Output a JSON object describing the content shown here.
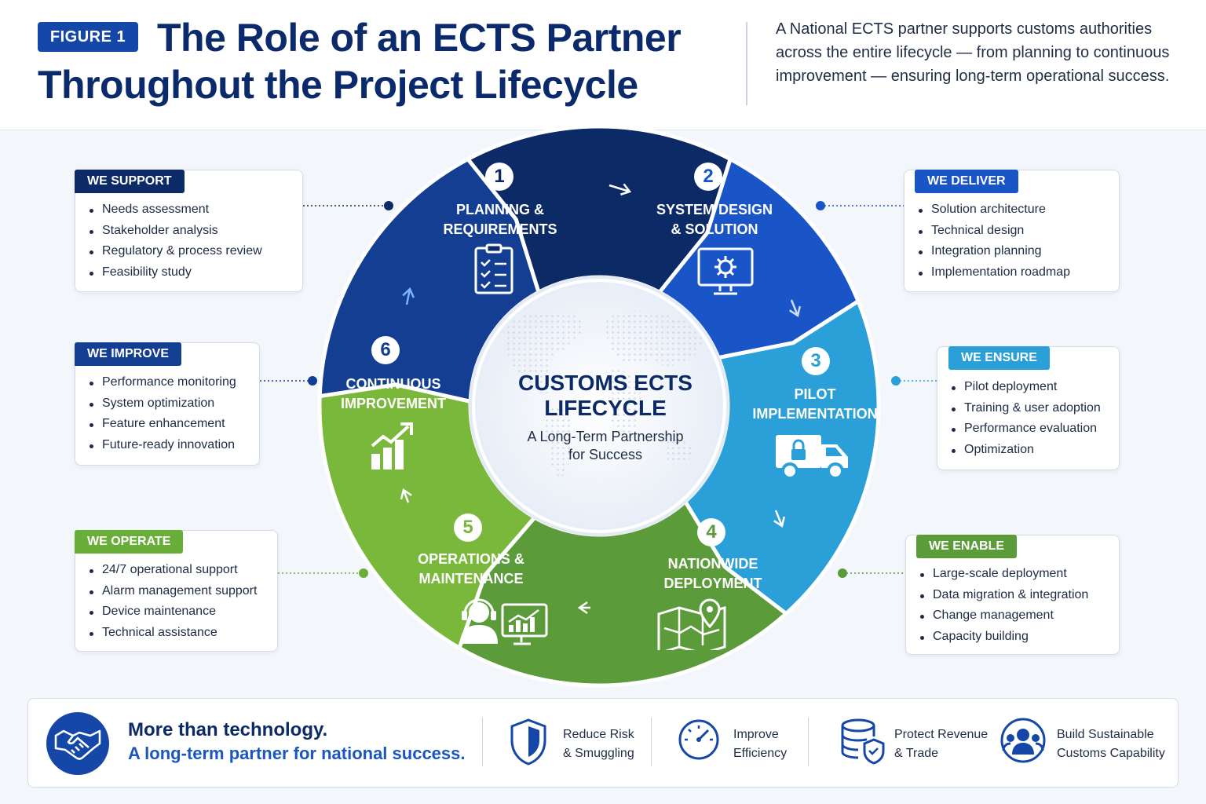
{
  "header": {
    "badge": "FIGURE 1",
    "title_line1": "The Role of an ECTS Partner",
    "title_line2": "Throughout the Project Lifecycle",
    "intro": "A National ECTS partner supports customs authorities across the entire lifecycle — from planning to continuous improvement — ensuring long-term operational success."
  },
  "center": {
    "title": "CUSTOMS ECTS\nLIFECYCLE",
    "subtitle": "A Long-Term Partnership\nfor Success"
  },
  "segments": [
    {
      "number": "1",
      "label": "PLANNING &\nREQUIREMENTS",
      "color": "#0c2a66",
      "icon": "checklist-icon"
    },
    {
      "number": "2",
      "label": "SYSTEM DESIGN\n& SOLUTION",
      "color": "#1a55c8",
      "icon": "monitor-gear-icon"
    },
    {
      "number": "3",
      "label": "PILOT\nIMPLEMENTATION",
      "color": "#2a9fd8",
      "icon": "truck-lock-icon"
    },
    {
      "number": "4",
      "label": "NATIONWIDE\nDEPLOYMENT",
      "color": "#5c9b3a",
      "icon": "map-pin-icon"
    },
    {
      "number": "5",
      "label": "OPERATIONS &\nMAINTENANCE",
      "color": "#7ab83c",
      "icon": "headset-chart-icon"
    },
    {
      "number": "6",
      "label": "CONTINUOUS\nIMPROVEMENT",
      "color": "#133e92",
      "icon": "growth-chart-icon"
    }
  ],
  "boxes": {
    "support": {
      "tag": "WE SUPPORT",
      "color": "#0c2a66",
      "items": [
        "Needs assessment",
        "Stakeholder analysis",
        "Regulatory & process review",
        "Feasibility study"
      ]
    },
    "deliver": {
      "tag": "WE DELIVER",
      "color": "#1a55c8",
      "items": [
        "Solution architecture",
        "Technical design",
        "Integration planning",
        "Implementation roadmap"
      ]
    },
    "improve": {
      "tag": "WE IMPROVE",
      "color": "#133e92",
      "items": [
        "Performance monitoring",
        "System optimization",
        "Feature enhancement",
        "Future-ready innovation"
      ]
    },
    "ensure": {
      "tag": "WE ENSURE",
      "color": "#2a9fd8",
      "items": [
        "Pilot deployment",
        "Training & user adoption",
        "Performance evaluation",
        "Optimization"
      ]
    },
    "operate": {
      "tag": "WE OPERATE",
      "color": "#6aae3a",
      "items": [
        "24/7 operational support",
        "Alarm management support",
        "Device maintenance",
        "Technical assistance"
      ]
    },
    "enable": {
      "tag": "WE ENABLE",
      "color": "#5c9b3a",
      "items": [
        "Large-scale deployment",
        "Data migration & integration",
        "Change management",
        "Capacity building"
      ]
    }
  },
  "footer": {
    "line1": "More than technology.",
    "line2": "A long-term partner for national success.",
    "items": [
      {
        "text": "Reduce Risk\n& Smuggling",
        "icon": "shield-icon"
      },
      {
        "text": "Improve\nEfficiency",
        "icon": "speedometer-icon"
      },
      {
        "text": "Protect Revenue\n& Trade",
        "icon": "database-shield-icon"
      },
      {
        "text": "Build Sustainable\nCustoms Capability",
        "icon": "people-icon"
      }
    ]
  }
}
